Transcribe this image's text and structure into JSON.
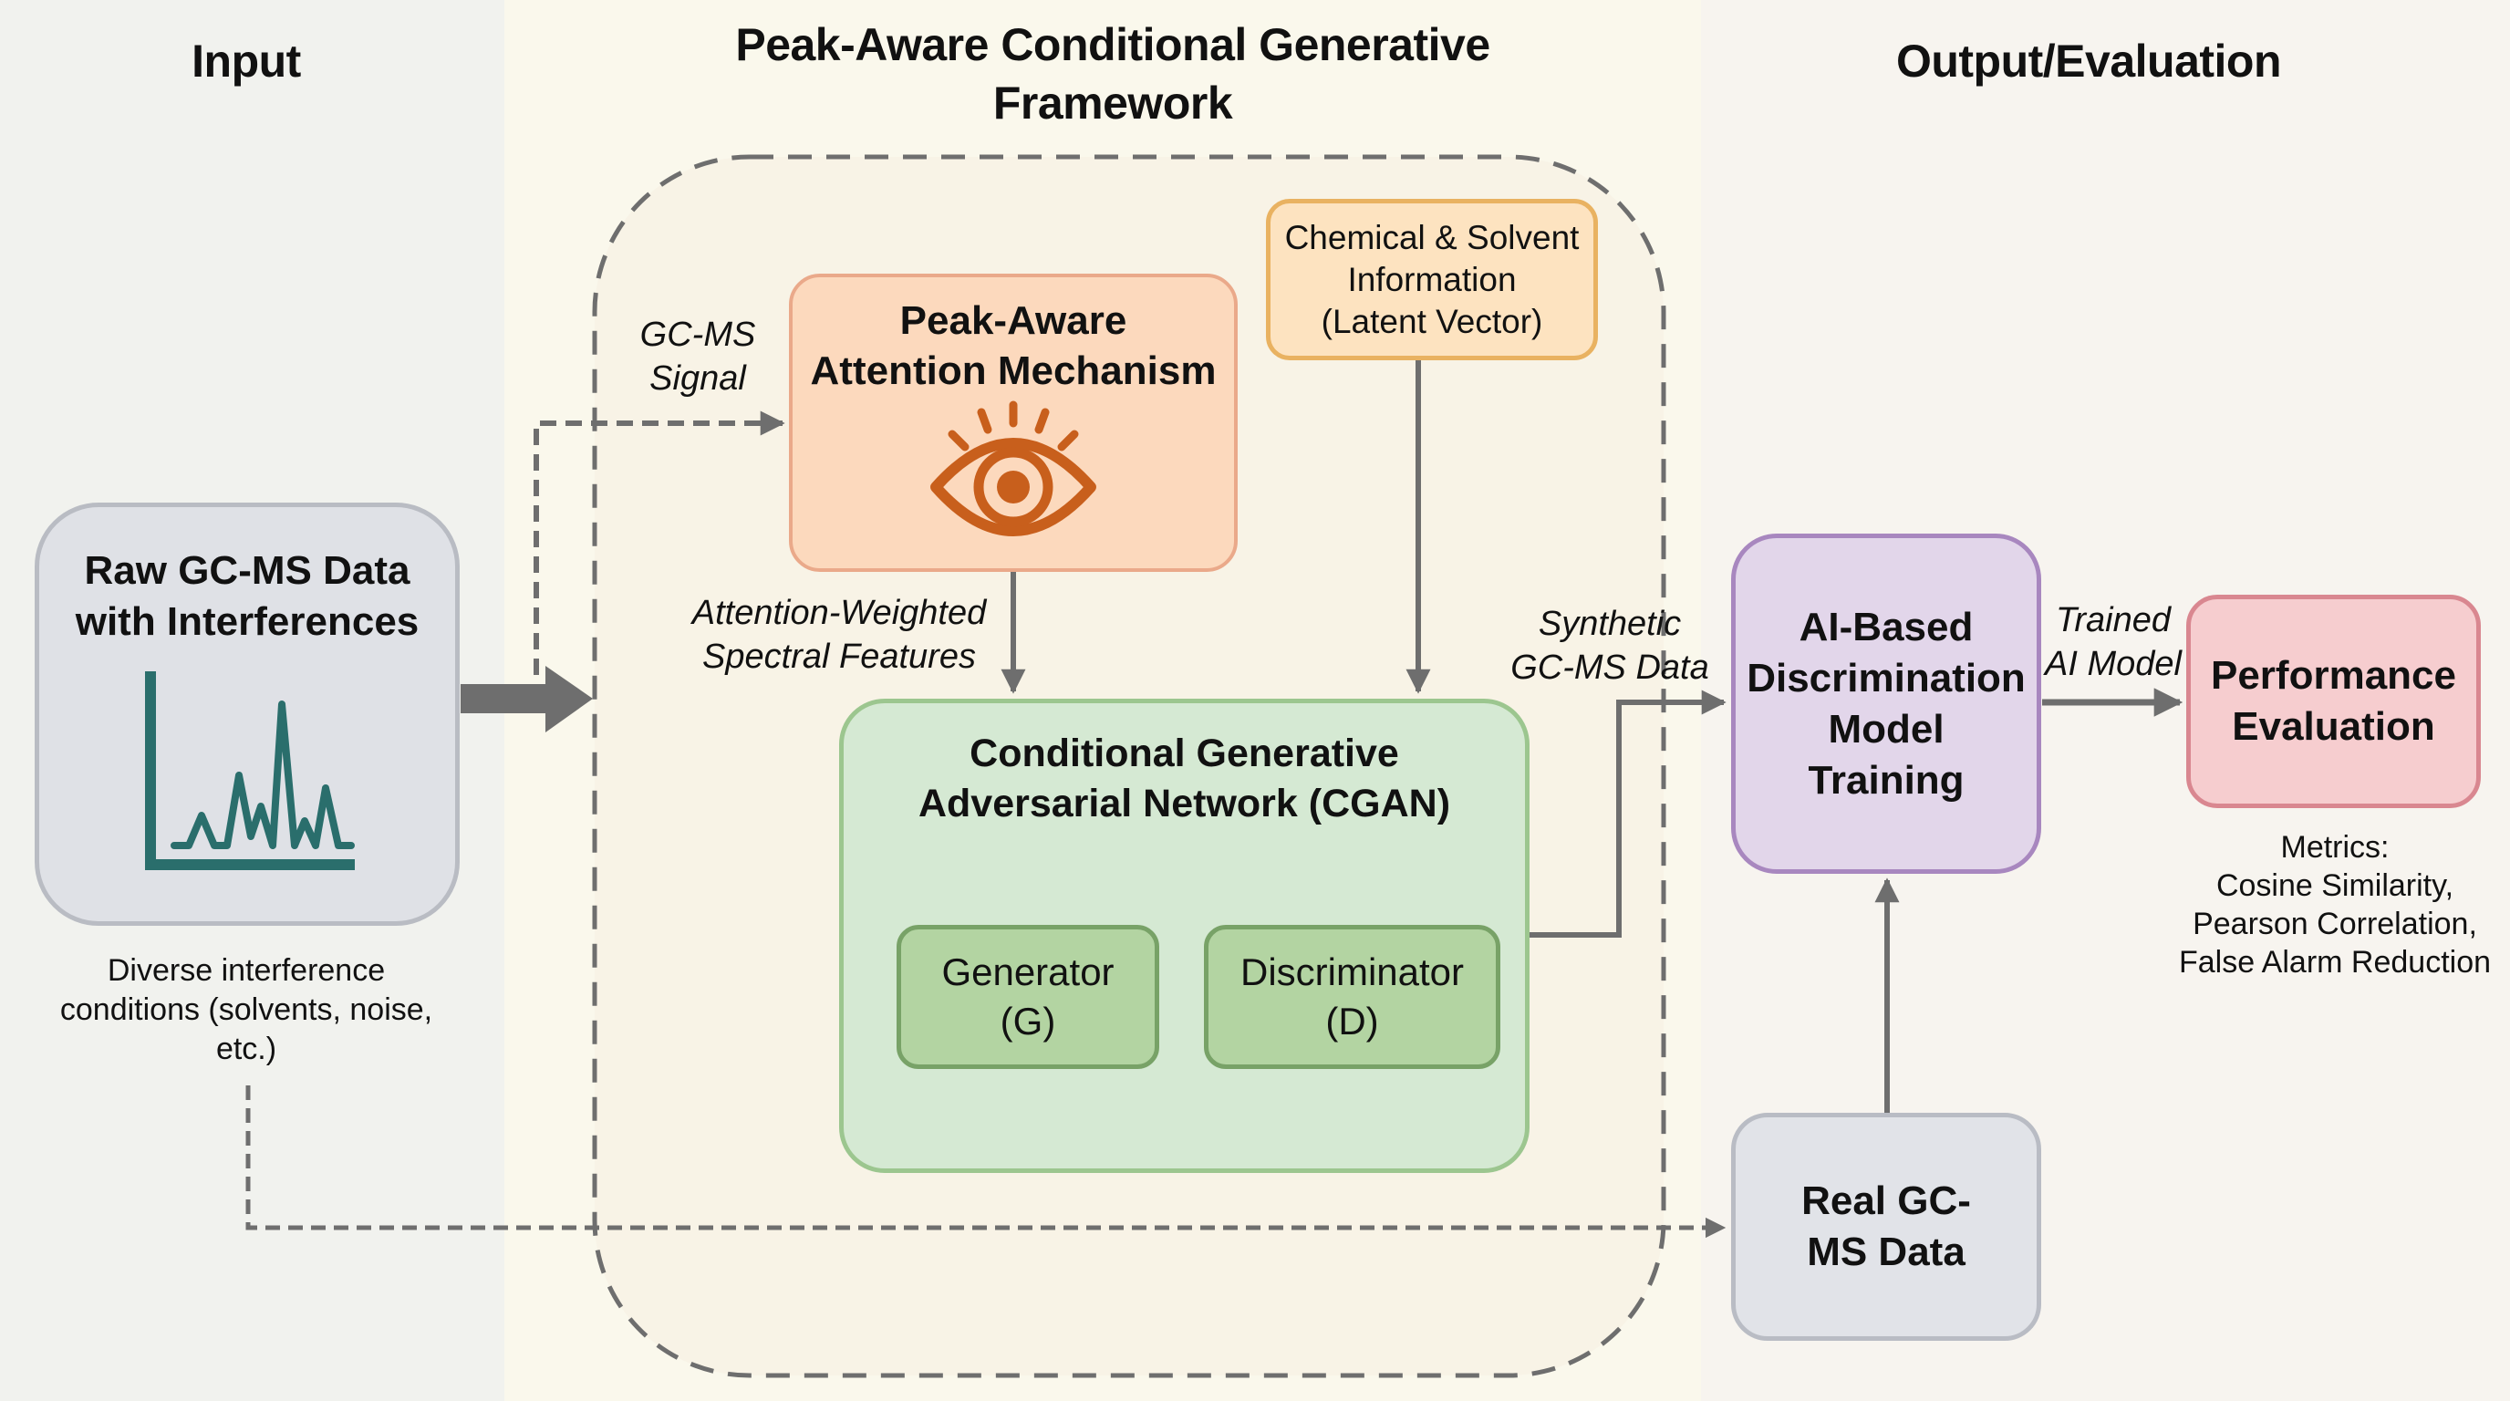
{
  "columns": {
    "input": "Input",
    "framework": "Peak-Aware Conditional Generative Framework",
    "output": "Output/Evaluation"
  },
  "nodes": {
    "raw_data": {
      "line1": "Raw GC-MS Data",
      "line2": "with Interferences",
      "icon": "chromatogram-icon"
    },
    "raw_caption": {
      "line1": "Diverse interference",
      "line2": "conditions (solvents, noise,",
      "line3": "etc.)"
    },
    "attention": {
      "line1": "Peak-Aware",
      "line2": "Attention Mechanism",
      "icon": "eye-icon"
    },
    "chemical": {
      "line1": "Chemical & Solvent",
      "line2": "Information",
      "line3": "(Latent Vector)"
    },
    "cgan": {
      "line1": "Conditional Generative",
      "line2": "Adversarial Network (CGAN)"
    },
    "generator": {
      "line1": "Generator",
      "line2": "(G)"
    },
    "discriminator": {
      "line1": "Discriminator",
      "line2": "(D)"
    },
    "ai_training": {
      "line1": "AI-Based",
      "line2": "Discrimination",
      "line3": "Model",
      "line4": "Training"
    },
    "performance": {
      "line1": "Performance",
      "line2": "Evaluation"
    },
    "metrics": {
      "line1": "Metrics:",
      "line2": "Cosine Similarity,",
      "line3": "Pearson Correlation,",
      "line4": "False Alarm Reduction"
    },
    "real_data": {
      "line1": "Real GC-",
      "line2": "MS Data"
    }
  },
  "edge_labels": {
    "gcms_signal": {
      "line1": "GC-MS",
      "line2": "Signal"
    },
    "attention_weighted": {
      "line1": "Attention-Weighted",
      "line2": "Spectral Features"
    },
    "synthetic": {
      "line1": "Synthetic",
      "line2": "GC-MS Data"
    },
    "trained": {
      "line1": "Trained",
      "line2": "AI Model"
    }
  },
  "colors": {
    "raw_fill": "#dfe1e6",
    "raw_border": "#b9bcc3",
    "attention_fill": "#fcd9bd",
    "attention_border": "#eaa98a",
    "chemical_fill": "#fde3c0",
    "chemical_border": "#e9b261",
    "cgan_fill": "#d5e9d3",
    "cgan_border": "#9cc68f",
    "gd_fill": "#b3d4a2",
    "gd_border": "#78a267",
    "ai_fill": "#e2d6ea",
    "ai_border": "#a887bf",
    "perf_fill": "#f6cdcf",
    "perf_border": "#d98790",
    "real_fill": "#e1e3e8",
    "real_border": "#b9bcc4",
    "arrow": "#6e6e6e",
    "eye": "#c85f1c",
    "chart": "#2a6e6c"
  }
}
